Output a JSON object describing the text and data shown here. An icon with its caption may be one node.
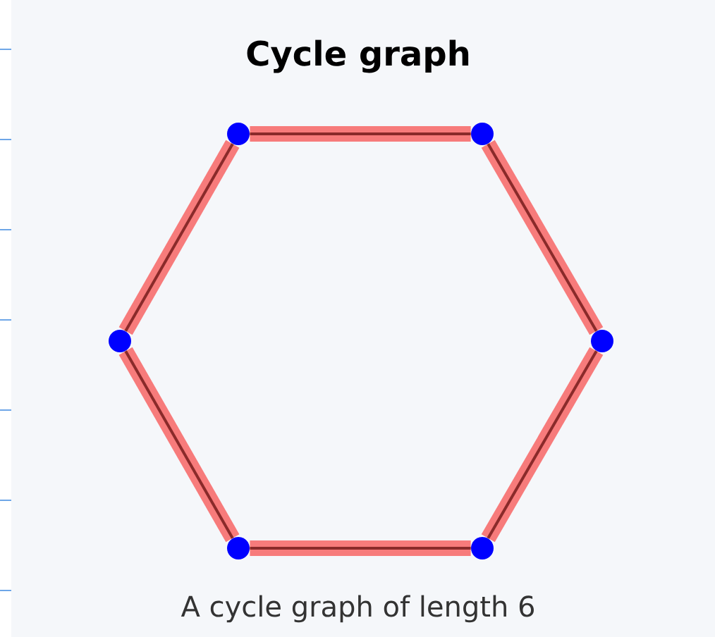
{
  "diagram": {
    "title": "Cycle graph",
    "caption": "A cycle graph of length 6",
    "nodes": [
      {
        "text": [],
        "shape": "circle"
      },
      {
        "text": [],
        "shape": "circle"
      },
      {
        "text": [],
        "shape": "circle"
      },
      {
        "text": [],
        "shape": "circle"
      },
      {
        "text": [],
        "shape": "circle"
      },
      {
        "text": [],
        "shape": "circle"
      }
    ],
    "edges": [
      {
        "from": 0,
        "to": 1,
        "arrow": "none"
      },
      {
        "from": 1,
        "to": 3,
        "arrow": "none"
      },
      {
        "from": 3,
        "to": 5,
        "arrow": "none"
      },
      {
        "from": 5,
        "to": 4,
        "arrow": "none"
      },
      {
        "from": 4,
        "to": 2,
        "arrow": "none"
      },
      {
        "from": 2,
        "to": 0,
        "arrow": "none"
      }
    ]
  }
}
